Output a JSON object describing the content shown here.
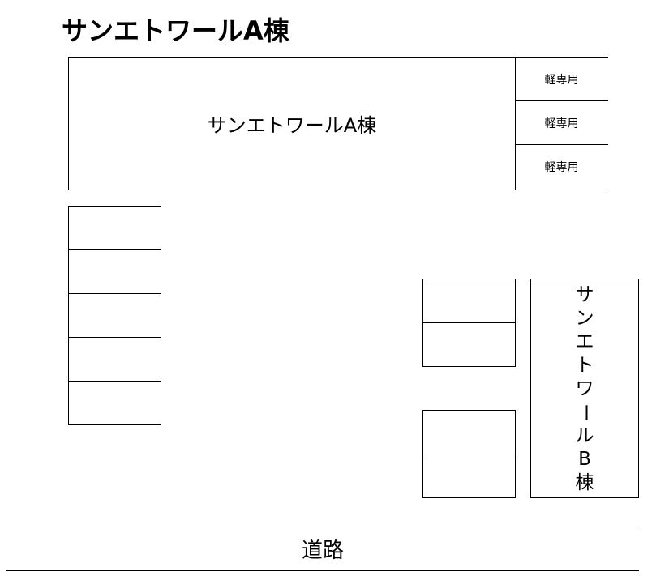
{
  "title": "サンエトワールA棟",
  "building_a": {
    "label": "サンエトワールA棟"
  },
  "kei_spaces": [
    "軽専用",
    "軽専用",
    "軽専用"
  ],
  "building_b": {
    "label_chars": [
      "サ",
      "ン",
      "エ",
      "ト",
      "ワ",
      "ー",
      "ル",
      "B",
      "棟"
    ]
  },
  "road": {
    "label": "道路"
  }
}
